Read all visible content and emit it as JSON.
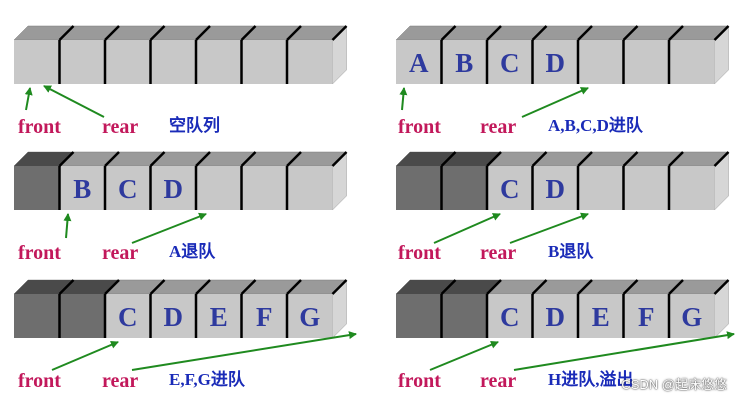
{
  "colors": {
    "cell_face": "#c8c8c8",
    "cell_top": "#9a9a9a",
    "cell_side": "#d6d6d6",
    "cell_dequeued_face": "#6e6e6e",
    "cell_dequeued_top": "#4a4a4a",
    "divider": "#000000",
    "letter": "#2e3a9e",
    "pointer_label": "#c2185b",
    "caption": "#1a2bb8",
    "arrow": "#1f8a1f"
  },
  "panels": [
    {
      "id": "empty-queue",
      "cells": [
        "",
        "",
        "",
        "",
        "",
        "",
        ""
      ],
      "dequeued": 0,
      "front_label": "front",
      "rear_label": "rear",
      "caption": "空队列"
    },
    {
      "id": "enqueue-abcd",
      "cells": [
        "A",
        "B",
        "C",
        "D",
        "",
        "",
        ""
      ],
      "dequeued": 0,
      "front_label": "front",
      "rear_label": "rear",
      "caption": "A,B,C,D进队"
    },
    {
      "id": "dequeue-a",
      "cells": [
        "",
        "B",
        "C",
        "D",
        "",
        "",
        ""
      ],
      "dequeued": 1,
      "front_label": "front",
      "rear_label": "rear",
      "caption": "A退队"
    },
    {
      "id": "dequeue-b",
      "cells": [
        "",
        "",
        "C",
        "D",
        "",
        "",
        ""
      ],
      "dequeued": 2,
      "front_label": "front",
      "rear_label": "rear",
      "caption": "B退队"
    },
    {
      "id": "enqueue-efg",
      "cells": [
        "",
        "",
        "C",
        "D",
        "E",
        "F",
        "G"
      ],
      "dequeued": 2,
      "front_label": "front",
      "rear_label": "rear",
      "caption": "E,F,G进队"
    },
    {
      "id": "enqueue-h-overflow",
      "cells": [
        "",
        "",
        "C",
        "D",
        "E",
        "F",
        "G"
      ],
      "dequeued": 2,
      "front_label": "front",
      "rear_label": "rear",
      "caption": "H进队,溢出"
    }
  ],
  "watermark": "CSDN @起床悠悠"
}
